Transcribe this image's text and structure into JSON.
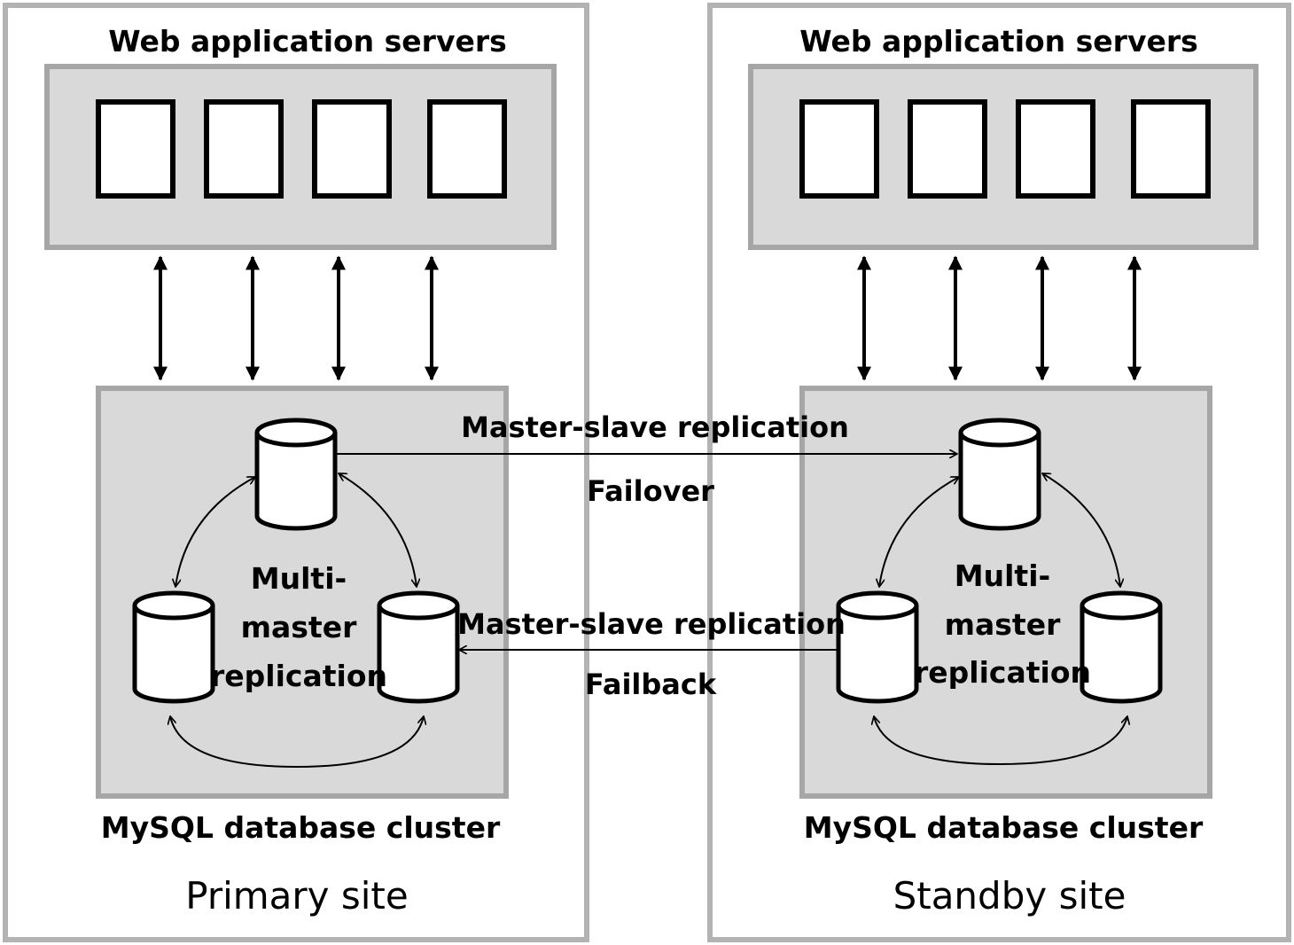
{
  "sites": [
    {
      "title": "Primary site",
      "web_servers_label": "Web application servers",
      "db_cluster_label": "MySQL database cluster",
      "multi_master_label": [
        "Multi-",
        "master",
        "replication"
      ]
    },
    {
      "title": "Standby site",
      "web_servers_label": "Web application servers",
      "db_cluster_label": "MySQL database cluster",
      "multi_master_label": [
        "Multi-",
        "master",
        "replication"
      ]
    }
  ],
  "links": {
    "top_replication_label": "Master-slave replication",
    "failover_label": "Failover",
    "bottom_replication_label": "Master-slave replication",
    "failback_label": "Failback"
  },
  "colors": {
    "site_frame": "#b3b3b3",
    "box_fill": "#d9d9d9",
    "box_border": "#a6a6a6"
  }
}
